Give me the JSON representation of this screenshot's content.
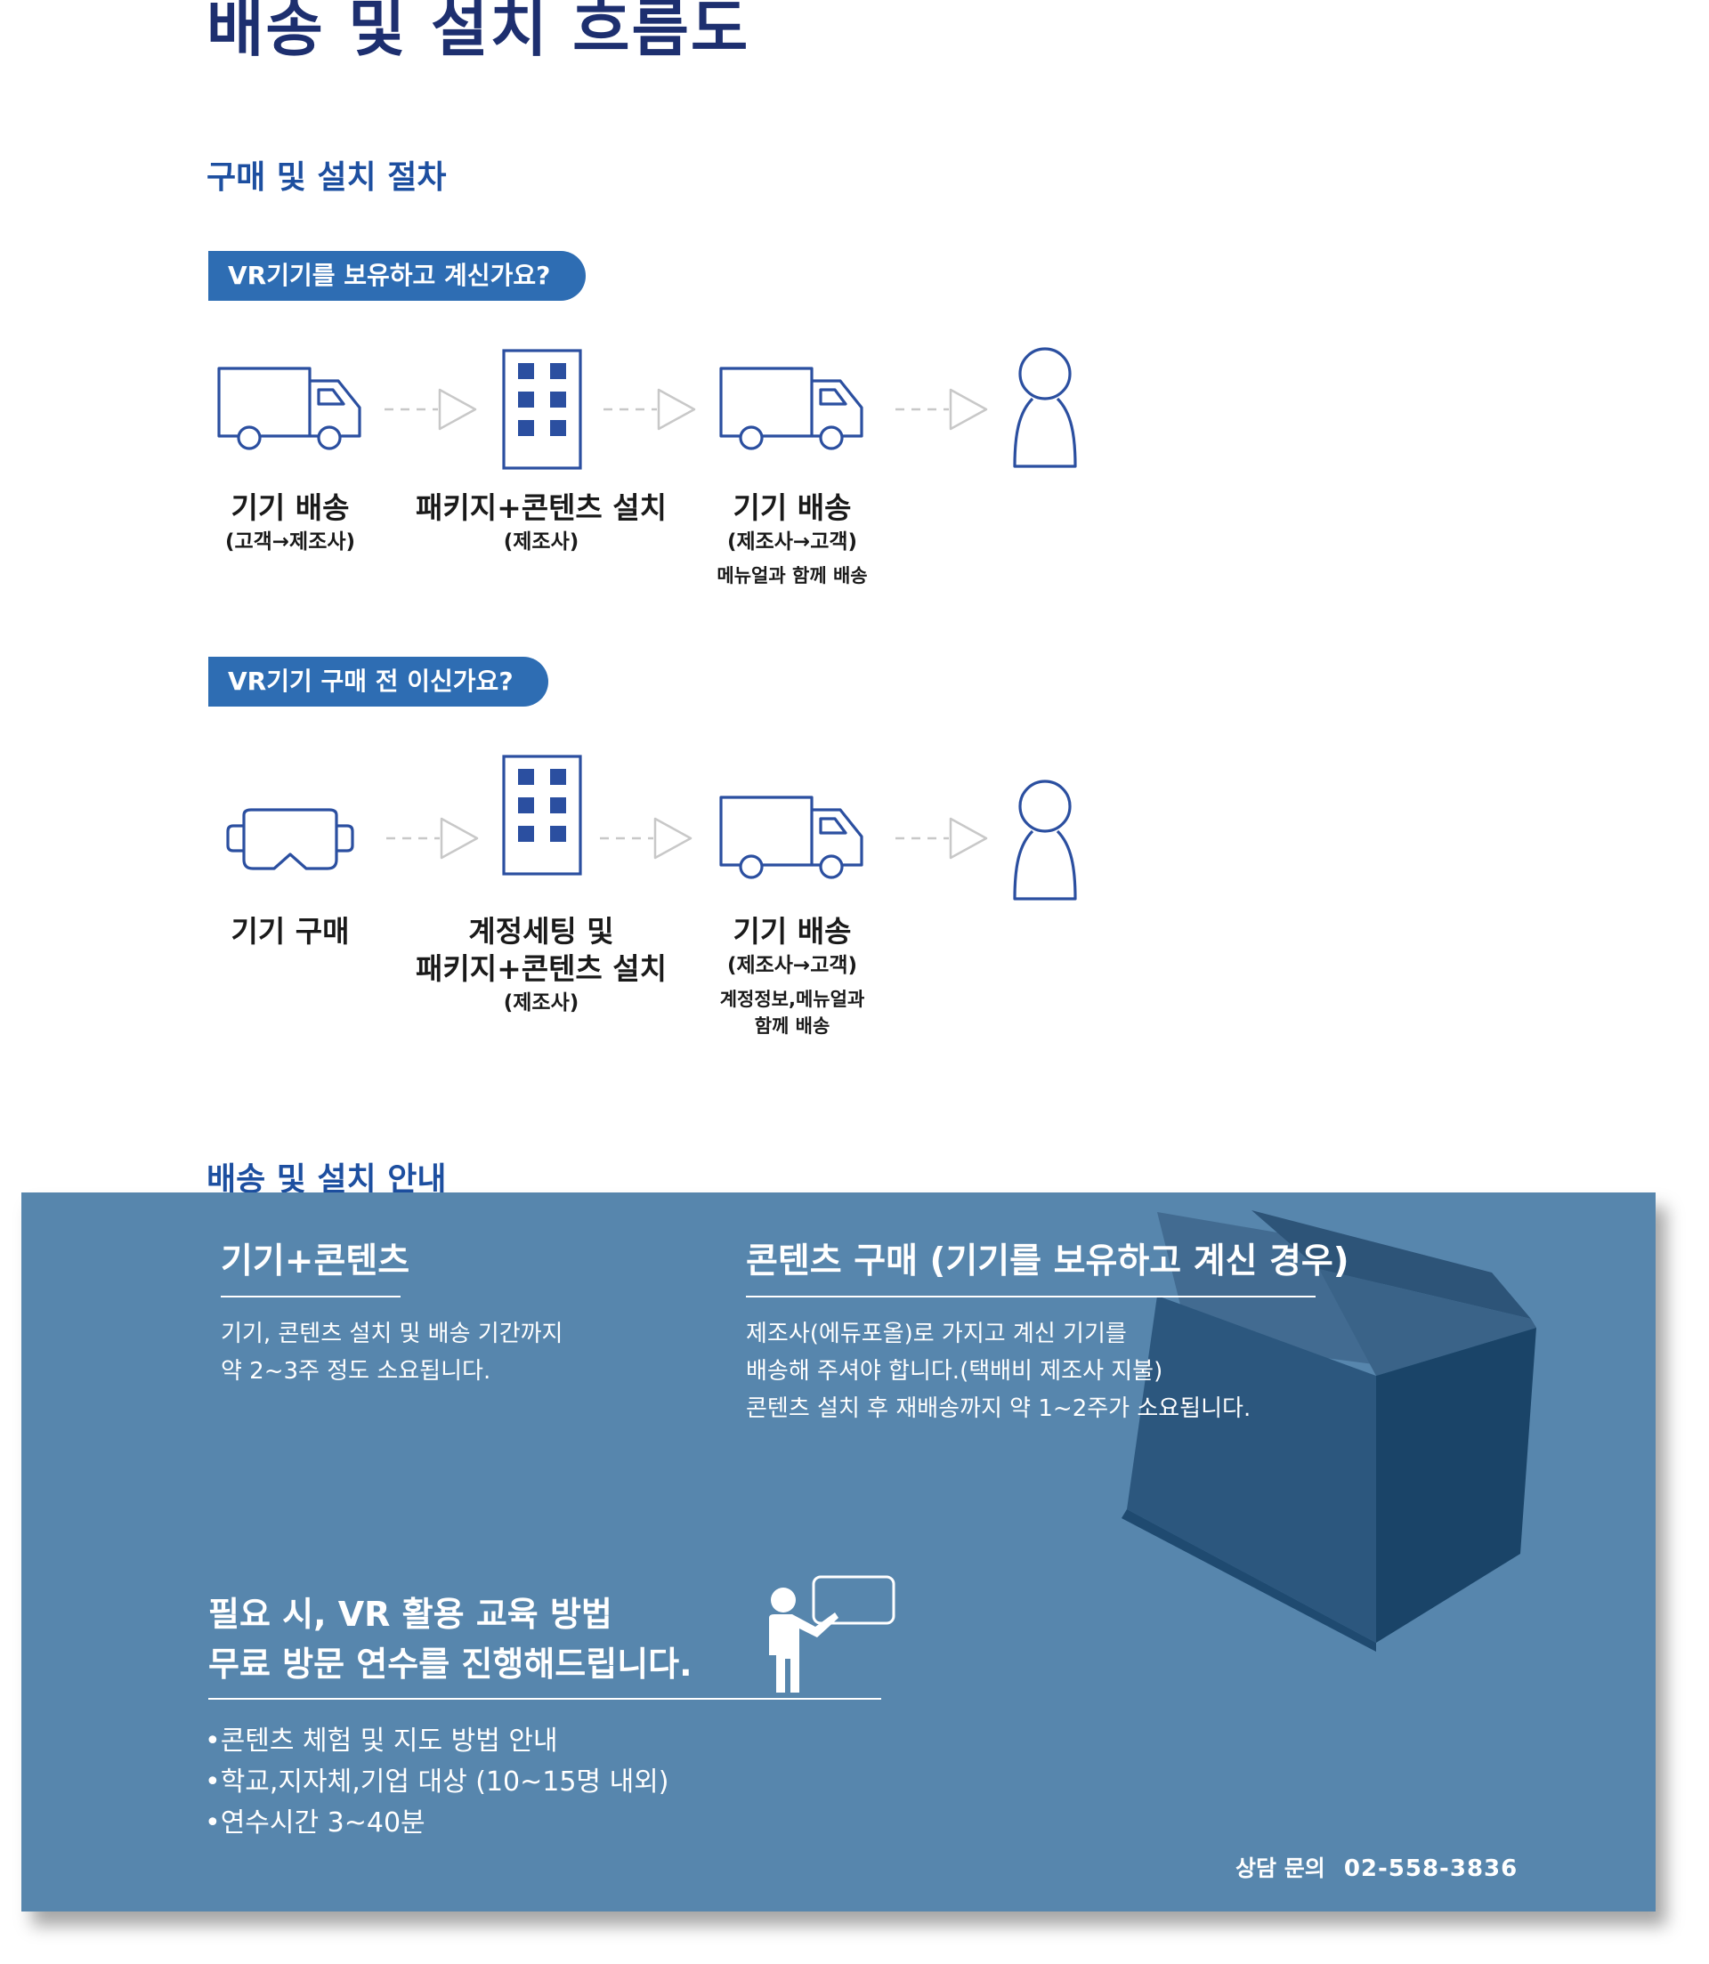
{
  "page_title": "배송 및 설치 흐름도",
  "procedure": {
    "title": "구매 및 설치 절차",
    "flow_owned": {
      "question": "VR기기를 보유하고 계신가요?",
      "steps": [
        {
          "title": "기기 배송",
          "sub": "(고객→제조사)",
          "icon": "truck-icon"
        },
        {
          "title": "패키지+콘텐츠 설치",
          "sub": "(제조사)",
          "icon": "building-icon"
        },
        {
          "title": "기기 배송",
          "sub": "(제조사→고객)",
          "note": "메뉴얼과 함께 배송",
          "icon": "truck-icon"
        },
        {
          "icon": "person-icon"
        }
      ]
    },
    "flow_new": {
      "question": "VR기기 구매 전 이신가요?",
      "steps": [
        {
          "title": "기기 구매",
          "icon": "vr-headset-icon"
        },
        {
          "title_line1": "계정세팅 및",
          "title_line2": "패키지+콘텐츠 설치",
          "sub": "(제조사)",
          "icon": "building-icon"
        },
        {
          "title": "기기 배송",
          "sub": "(제조사→고객)",
          "note_line1": "계정정보,메뉴얼과",
          "note_line2": "함께 배송",
          "icon": "truck-icon"
        },
        {
          "icon": "person-icon"
        }
      ]
    }
  },
  "guide": {
    "title": "배송 및 설치 안내",
    "card_device": {
      "heading": "기기+콘텐츠",
      "lines": [
        "기기, 콘텐츠 설치 및 배송 기간까지",
        "약 2~3주 정도 소요됩니다."
      ]
    },
    "card_content": {
      "heading": "콘텐츠 구매 (기기를 보유하고 계신 경우)",
      "lines": [
        "제조사(에듀포올)로 가지고 계신 기기를",
        "배송해 주셔야 합니다.(택배비 제조사 지불)",
        "콘텐츠 설치 후 재배송까지 약 1~2주가 소요됩니다."
      ]
    },
    "education": {
      "line1": "필요 시, VR 활용 교육 방법",
      "line2": "무료 방문 연수를 진행해드립니다.",
      "bullets": [
        "•콘텐츠 체험 및 지도 방법 안내",
        "•학교,지자체,기업 대상 (10~15명 내외)",
        "•연수시간 3~40분"
      ]
    },
    "contact": {
      "label": "상담 문의",
      "phone": "02-558-3836"
    }
  },
  "colors": {
    "navy": "#1d2f6f",
    "section_blue": "#1d4fa0",
    "pill_blue": "#2e6db3",
    "icon_blue": "#2b4fa0",
    "panel_blue": "#5786ad",
    "box_blue": "#1f4a70"
  }
}
